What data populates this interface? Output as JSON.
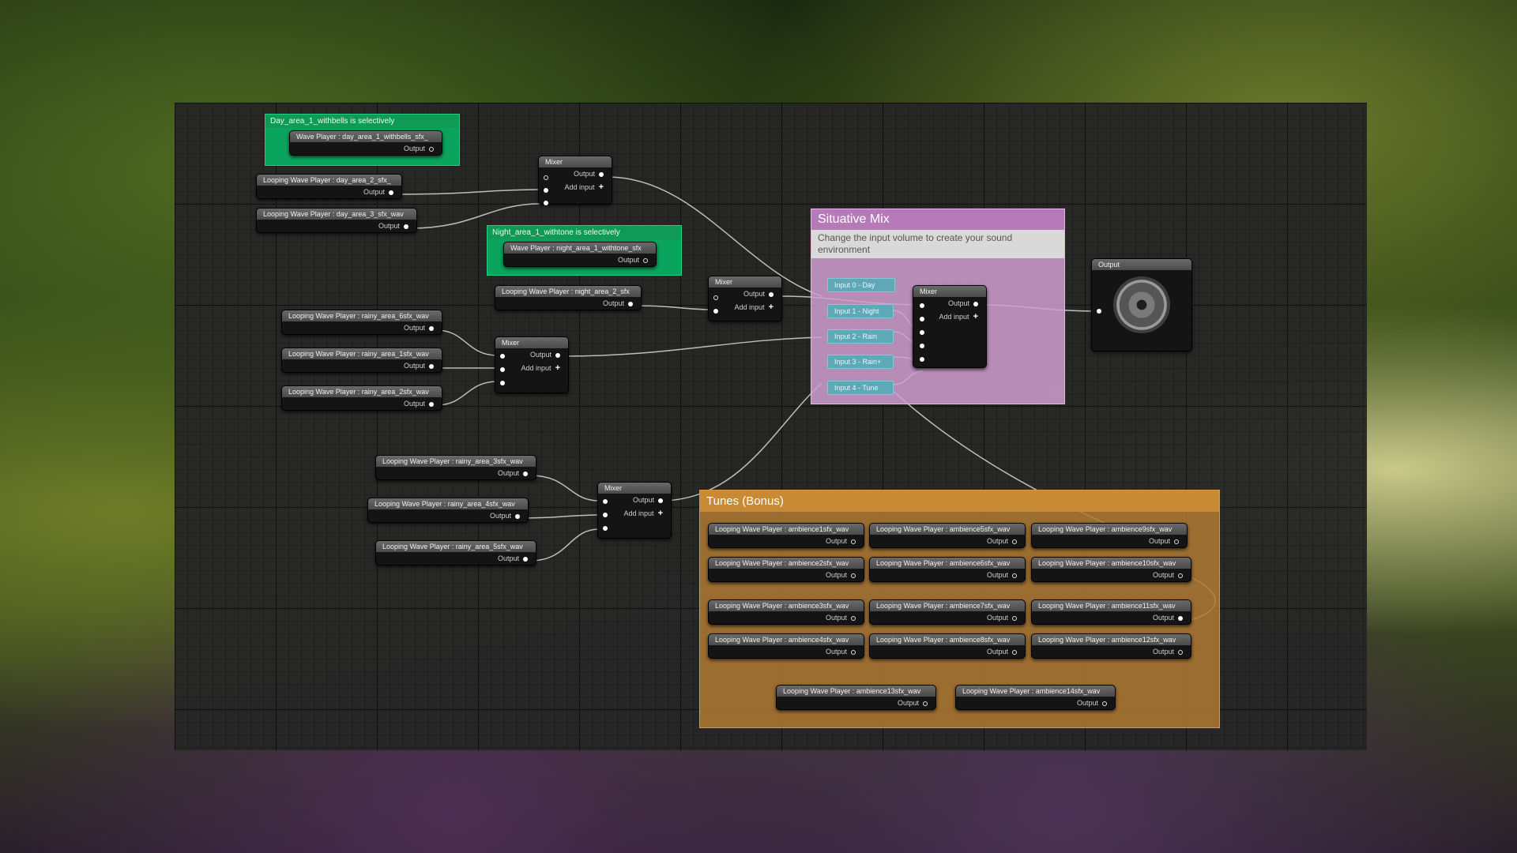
{
  "comments": {
    "day": "Day_area_1_withbells is selectively",
    "night": "Night_area_1_withtone is selectively",
    "situative_title": "Situative Mix",
    "situative_desc": "Change the input volume to create your sound environment",
    "tunes_title": "Tunes (Bonus)"
  },
  "common": {
    "output": "Output",
    "add_input": "Add input",
    "mixer": "Mixer"
  },
  "players": {
    "day1": "Wave Player : day_area_1_withbells_sfx_",
    "day2": "Looping Wave Player : day_area_2_sfx_",
    "day3": "Looping Wave Player : day_area_3_sfx_wav",
    "night1": "Wave Player : night_area_1_withtone_sfx",
    "night2": "Looping Wave Player : night_area_2_sfx",
    "rainy6": "Looping Wave Player : rainy_area_6sfx_wav",
    "rainy1": "Looping Wave Player : rainy_area_1sfx_wav",
    "rainy2": "Looping Wave Player : rainy_area_2sfx_wav",
    "rainy3": "Looping Wave Player : rainy_area_3sfx_wav",
    "rainy4": "Looping Wave Player : rainy_area_4sfx_wav",
    "rainy5": "Looping Wave Player : rainy_area_5sfx_wav"
  },
  "inputs": [
    "Input 0 - Day",
    "Input 1 - Night",
    "Input 2 - Rain",
    "Input 3 - Rain+",
    "Input 4 - Tune"
  ],
  "output_node": "Output",
  "tunes": [
    "Looping Wave Player : ambience1sfx_wav",
    "Looping Wave Player : ambience5sfx_wav",
    "Looping Wave Player : ambience9sfx_wav",
    "Looping Wave Player : ambience2sfx_wav",
    "Looping Wave Player : ambience6sfx_wav",
    "Looping Wave Player : ambience10sfx_wav",
    "Looping Wave Player : ambience3sfx_wav",
    "Looping Wave Player : ambience7sfx_wav",
    "Looping Wave Player : ambience11sfx_wav",
    "Looping Wave Player : ambience4sfx_wav",
    "Looping Wave Player : ambience8sfx_wav",
    "Looping Wave Player : ambience12sfx_wav",
    "Looping Wave Player : ambience13sfx_wav",
    "Looping Wave Player : ambience14sfx_wav"
  ]
}
